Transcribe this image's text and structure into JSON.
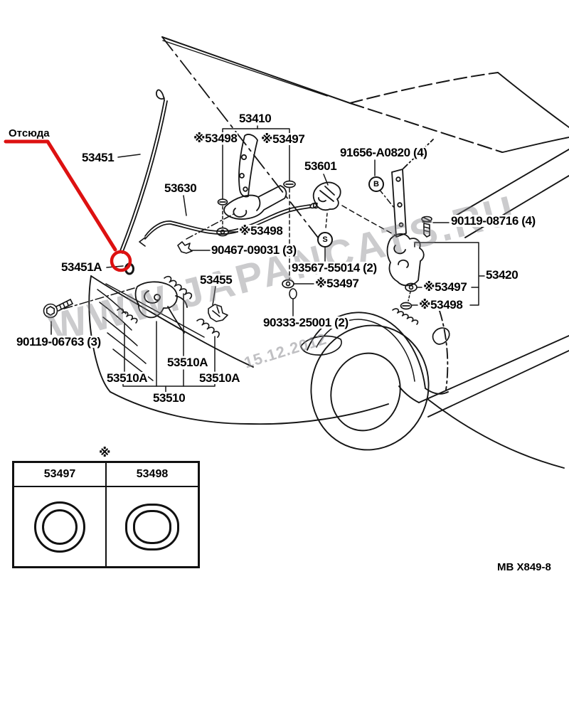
{
  "page": {
    "background": "#ffffff",
    "line_color": "#151515"
  },
  "annotation_arrow": {
    "label": "Отсюда",
    "color": "#dd1111"
  },
  "watermark": {
    "site": "WWW.JAPANCATS.RU",
    "date": "15.12.2012"
  },
  "drawing_code": "MB X849-8",
  "callouts": [
    {
      "id": "callout-b",
      "letter": "B"
    },
    {
      "id": "callout-s",
      "letter": "S"
    }
  ],
  "part_labels": [
    {
      "id": "lbl-53451",
      "text": "53451"
    },
    {
      "id": "lbl-53410",
      "text": "53410"
    },
    {
      "id": "lbl-53498-top",
      "text": "※53498"
    },
    {
      "id": "lbl-53497-top",
      "text": "※53497"
    },
    {
      "id": "lbl-91656",
      "text": "91656-A0820 (4)"
    },
    {
      "id": "lbl-53601",
      "text": "53601"
    },
    {
      "id": "lbl-53630",
      "text": "53630"
    },
    {
      "id": "lbl-53498-mid",
      "text": "※53498"
    },
    {
      "id": "lbl-90467",
      "text": "90467-09031 (3)"
    },
    {
      "id": "lbl-90119-08716",
      "text": "90119-08716 (4)"
    },
    {
      "id": "lbl-53420",
      "text": "53420"
    },
    {
      "id": "lbl-93567",
      "text": "93567-55014 (2)"
    },
    {
      "id": "lbl-53497-mid",
      "text": "※53497"
    },
    {
      "id": "lbl-53451a",
      "text": "53451A"
    },
    {
      "id": "lbl-53455",
      "text": "53455"
    },
    {
      "id": "lbl-53497-right",
      "text": "※53497"
    },
    {
      "id": "lbl-53498-right",
      "text": "※53498"
    },
    {
      "id": "lbl-90333",
      "text": "90333-25001 (2)"
    },
    {
      "id": "lbl-90119-06763",
      "text": "90119-06763 (3)"
    },
    {
      "id": "lbl-53510a-left",
      "text": "53510A"
    },
    {
      "id": "lbl-53510a-mid",
      "text": "53510A"
    },
    {
      "id": "lbl-53510a-right",
      "text": "53510A"
    },
    {
      "id": "lbl-53510",
      "text": "53510"
    }
  ],
  "legend_table": {
    "note_mark": "※",
    "columns": [
      {
        "part": "53497"
      },
      {
        "part": "53498"
      }
    ]
  }
}
